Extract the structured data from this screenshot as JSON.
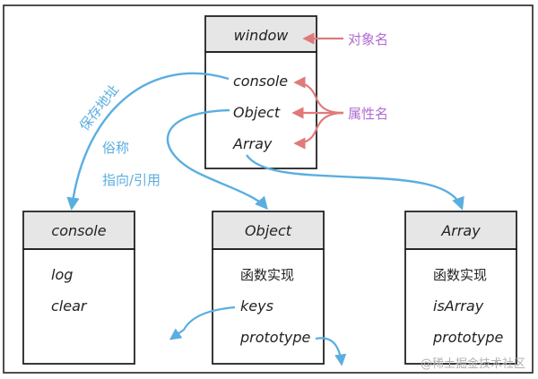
{
  "colors": {
    "stroke": "#222222",
    "header_fill": "#e6e6e6",
    "blue": "#5aaee0",
    "red": "#e07a7a",
    "purple": "#b06bd0",
    "watermark": "#b0b0b0"
  },
  "boxes": {
    "window": {
      "title": "window",
      "props": [
        "console",
        "Object",
        "Array"
      ]
    },
    "console": {
      "title": "console",
      "props": [
        "log",
        "clear"
      ]
    },
    "object": {
      "title": "Object",
      "props": [
        "函数实现",
        "keys",
        "prototype"
      ]
    },
    "array": {
      "title": "Array",
      "props": [
        "函数实现",
        "isArray",
        "prototype"
      ]
    }
  },
  "annotations": {
    "object_name": "对象名",
    "property_name": "属性名",
    "save_address": "保存地址",
    "common_name": "俗称",
    "points_to": "指向/引用"
  },
  "watermark": "@稀土掘金技术社区"
}
